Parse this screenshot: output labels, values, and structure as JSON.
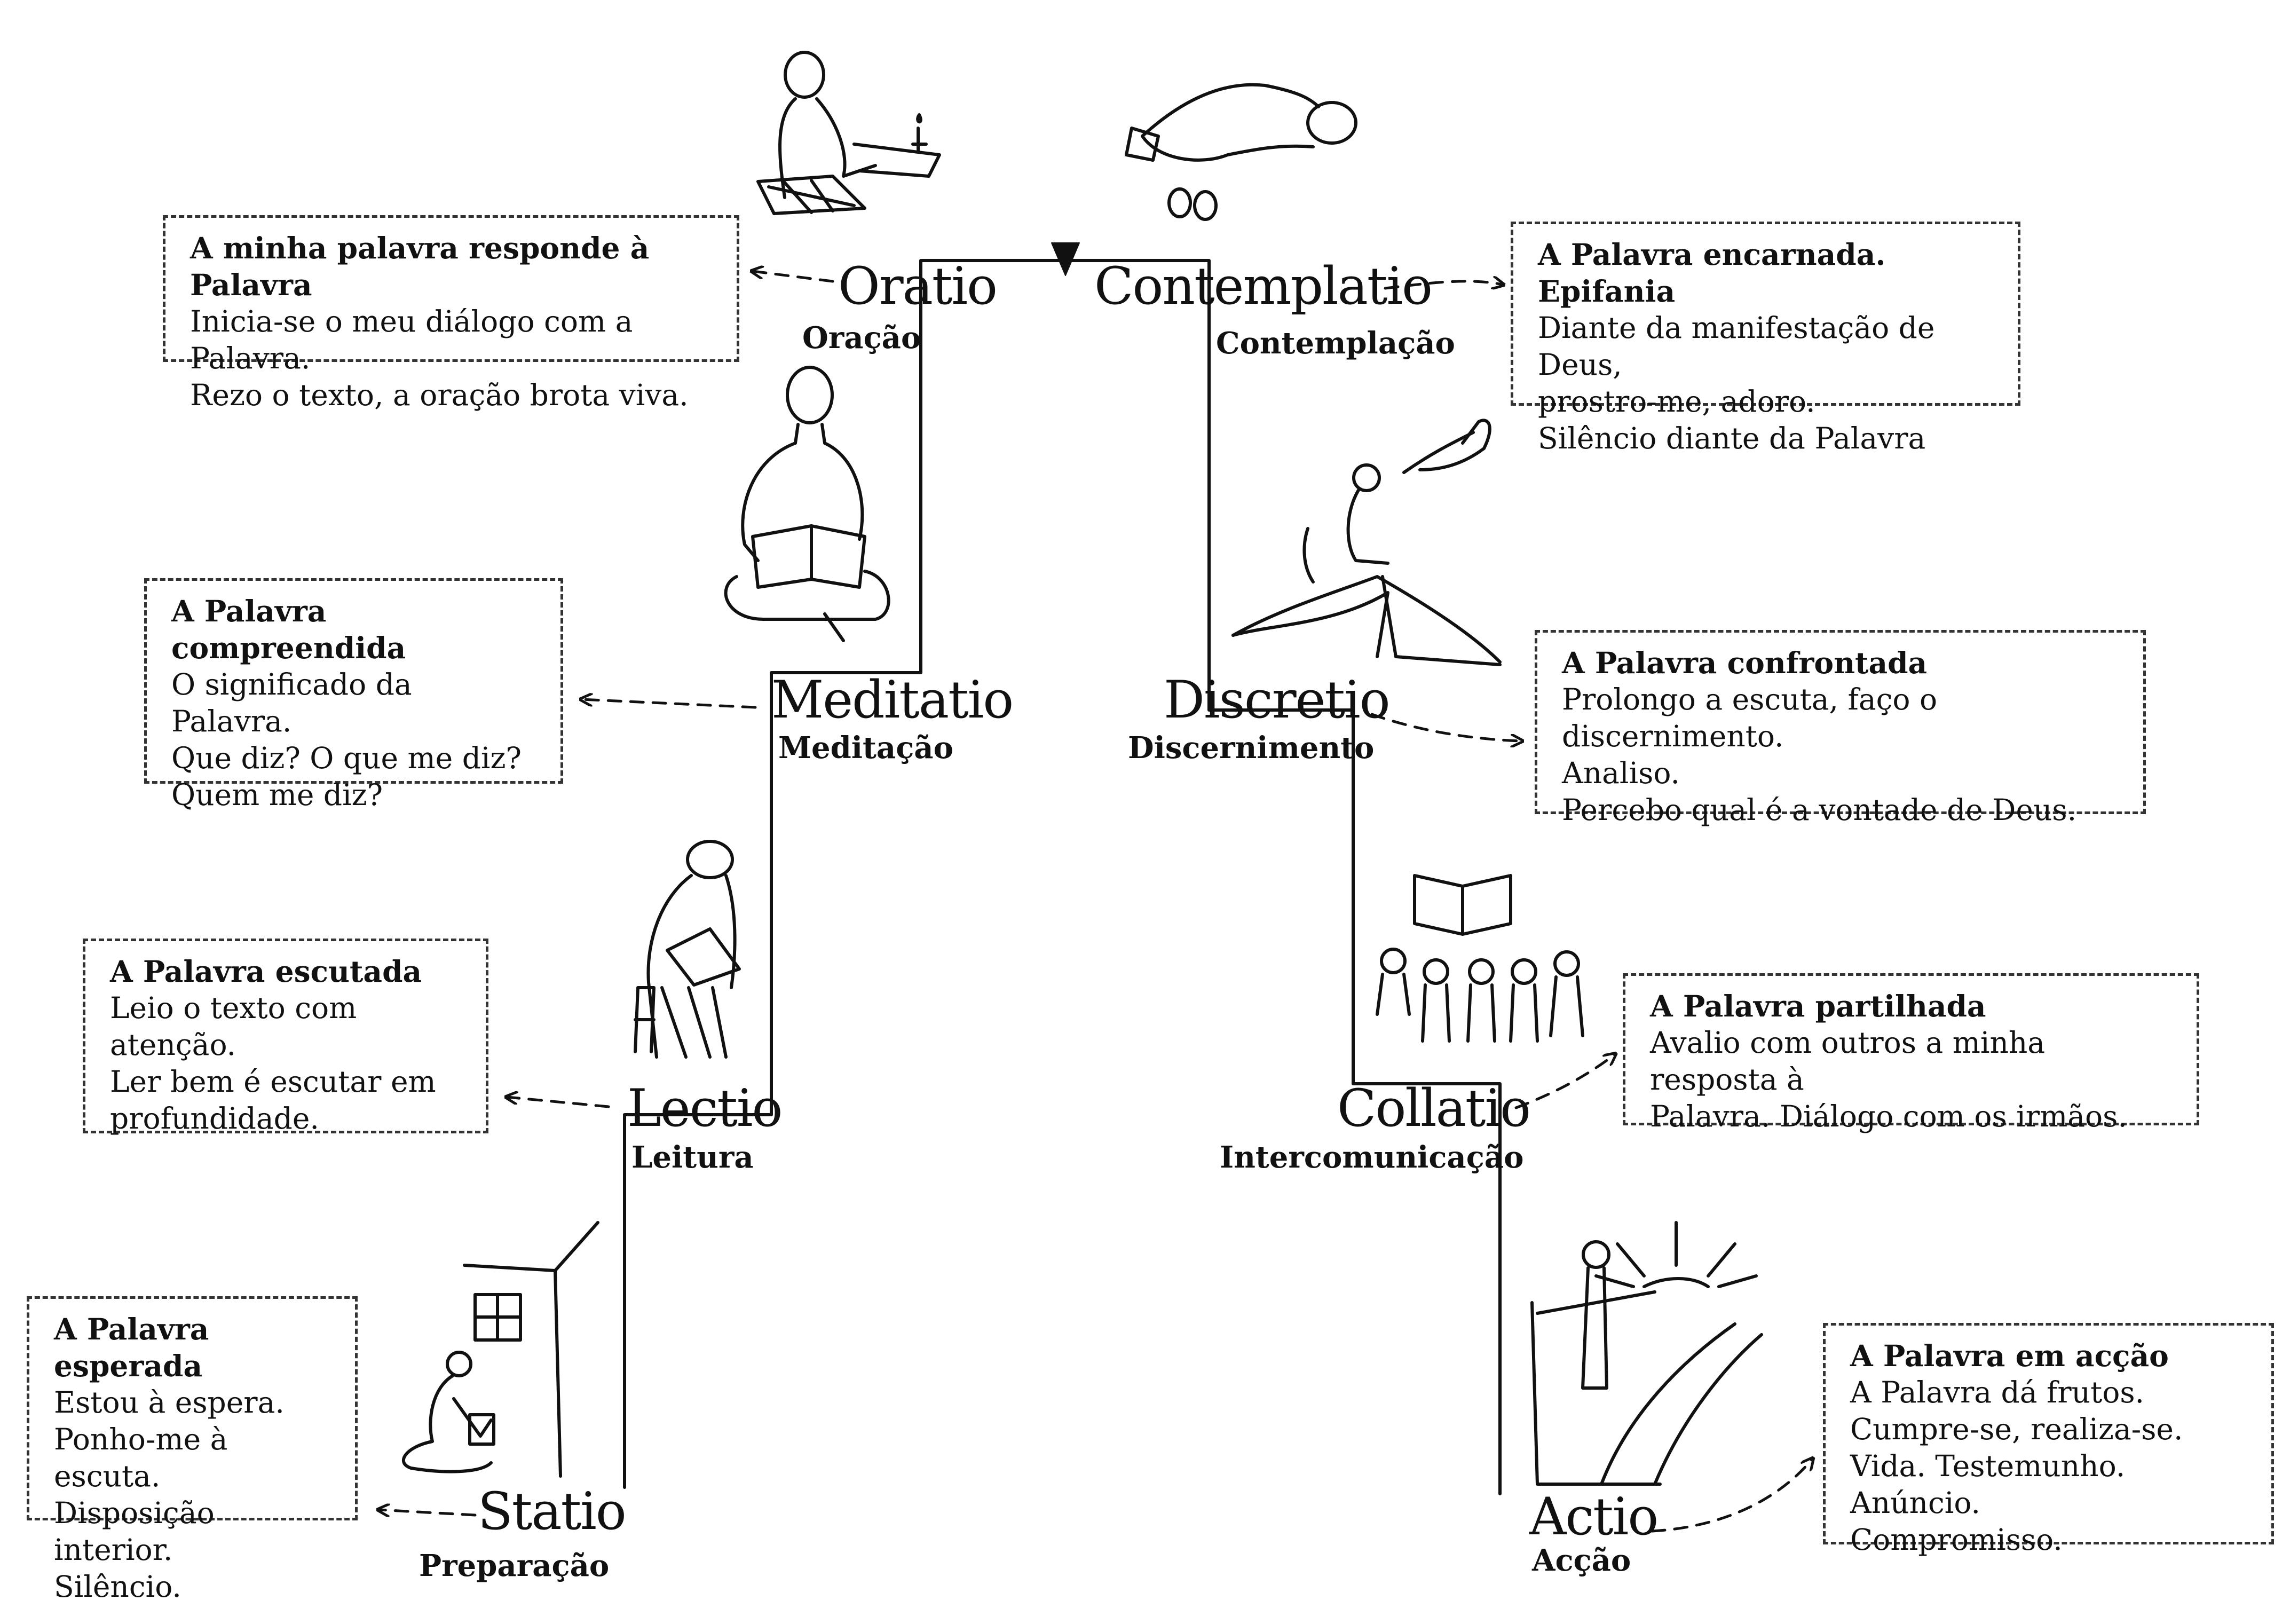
{
  "steps": {
    "statio": {
      "latin": "Statio",
      "portuguese": "Preparação",
      "heading": "A Palavra esperada",
      "lines": [
        "Estou à espera.",
        "Ponho-me à escuta.",
        "Disposição interior.",
        "Silêncio."
      ]
    },
    "lectio": {
      "latin": "Lectio",
      "portuguese": "Leitura",
      "heading": "A Palavra escutada",
      "lines": [
        "Leio o texto com atenção.",
        "Ler bem é escutar em",
        "profundidade."
      ]
    },
    "meditatio": {
      "latin": "Meditatio",
      "portuguese": "Meditação",
      "heading": "A Palavra compreendida",
      "lines": [
        "O significado da Palavra.",
        "Que diz? O que me diz?",
        "Quem me diz?"
      ]
    },
    "oratio": {
      "latin": "Oratio",
      "portuguese": "Oração",
      "heading": "A minha palavra responde à Palavra",
      "lines": [
        "Inicia-se o meu diálogo com a Palavra.",
        "Rezo o texto, a oração brota viva."
      ]
    },
    "contemplatio": {
      "latin": "Contemplatio",
      "portuguese": "Contemplação",
      "heading": "A Palavra encarnada. Epifania",
      "lines": [
        "Diante da manifestação de Deus,",
        "prostro-me, adoro.",
        "Silêncio diante da Palavra"
      ]
    },
    "discretio": {
      "latin": "Discretio",
      "portuguese": "Discernimento",
      "heading": "A Palavra confrontada",
      "lines": [
        "Prolongo a escuta, faço o discernimento.",
        "Analiso.",
        "Percebo qual é a vontade de Deus."
      ]
    },
    "collatio": {
      "latin": "Collatio",
      "portuguese": "Intercomunicação",
      "heading": "A Palavra partilhada",
      "lines": [
        "Avalio com outros a minha resposta à",
        "Palavra. Diálogo com os irmãos."
      ]
    },
    "actio": {
      "latin": "Actio",
      "portuguese": "Acção",
      "heading": "A Palavra em acção",
      "lines": [
        "A Palavra dá frutos.",
        "Cumpre-se, realiza-se.",
        "Vida. Testemunho. Anúncio.",
        "Compromisso."
      ]
    }
  }
}
